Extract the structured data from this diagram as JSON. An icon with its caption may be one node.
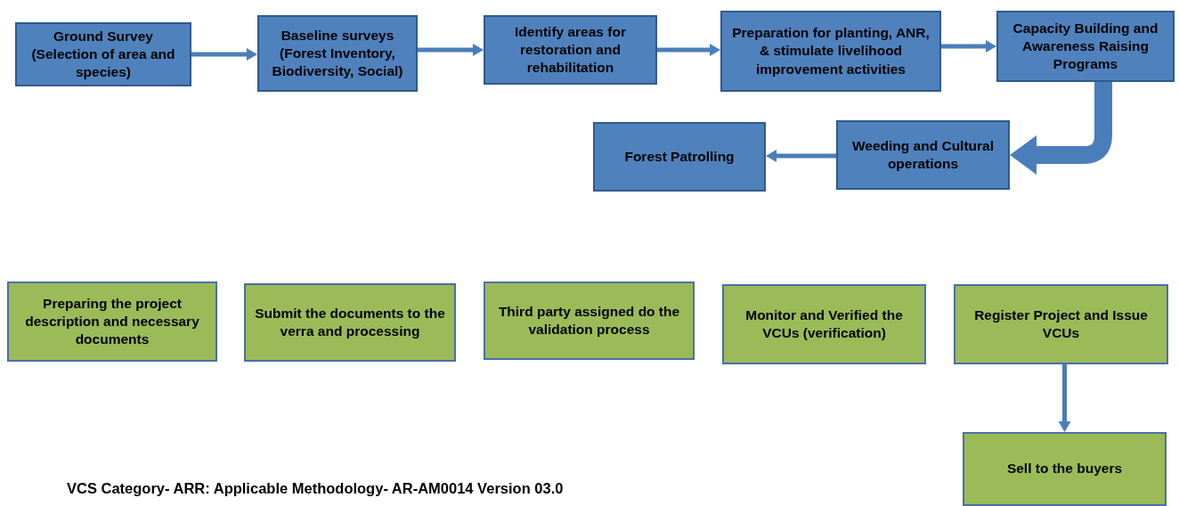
{
  "diagram": {
    "caption": "VCS Category- ARR: Applicable Methodology- AR-AM0014 Version 03.0",
    "nodes": [
      {
        "text": [
          "Ground Survey (Selection of area and species)"
        ]
      },
      {
        "text": [
          "Baseline surveys (Forest Inventory, Biodiversity, Social)"
        ]
      },
      {
        "text": [
          "Identify areas for restoration and rehabilitation"
        ]
      },
      {
        "text": [
          "Preparation for planting, ANR, & stimulate livelihood improvement activities"
        ]
      },
      {
        "text": [
          "Capacity Building and Awareness Raising Programs"
        ]
      },
      {
        "text": [
          "Weeding and Cultural operations"
        ]
      },
      {
        "text": [
          "Forest Patrolling"
        ]
      },
      {
        "text": [
          "Preparing the project description and necessary documents"
        ]
      },
      {
        "text": [
          "Submit the documents to the verra and processing"
        ]
      },
      {
        "text": [
          "Third party assigned do the validation process"
        ]
      },
      {
        "text": [
          "Monitor and Verified the VCUs (verification)"
        ]
      },
      {
        "text": [
          "Register Project and Issue VCUs"
        ]
      },
      {
        "text": [
          "Sell to the buyers"
        ]
      }
    ],
    "edges": [
      {
        "from": 0,
        "to": 1,
        "arrow": "to"
      },
      {
        "from": 1,
        "to": 2,
        "arrow": "to"
      },
      {
        "from": 2,
        "to": 3,
        "arrow": "to"
      },
      {
        "from": 3,
        "to": 4,
        "arrow": "to"
      },
      {
        "from": 4,
        "to": 5,
        "arrow": "to",
        "style": "thick"
      },
      {
        "from": 5,
        "to": 6,
        "arrow": "to"
      },
      {
        "from": 11,
        "to": 12,
        "arrow": "to"
      }
    ]
  }
}
